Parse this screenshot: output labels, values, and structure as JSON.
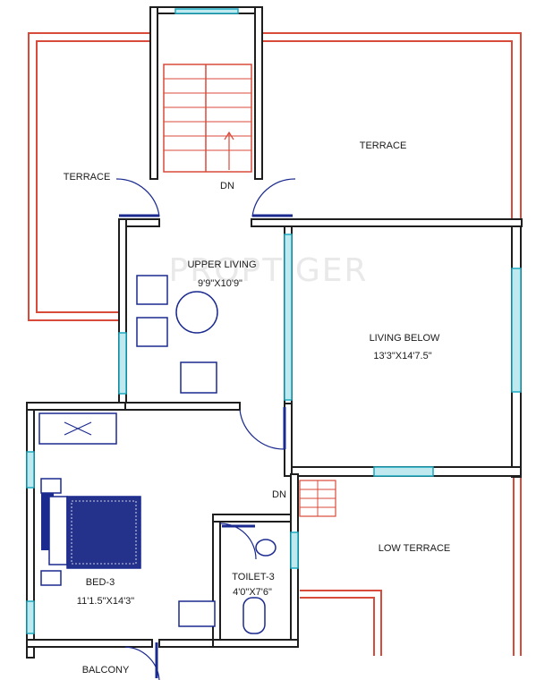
{
  "watermark": "PROPTIGER",
  "rooms": {
    "terrace_left": "TERRACE",
    "terrace_right": "TERRACE",
    "stair_dn": "DN",
    "upper_living_name": "UPPER LIVING",
    "upper_living_size": "9'9\"X10'9\"",
    "living_below_name": "LIVING BELOW",
    "living_below_size": "13'3\"X14'7.5\"",
    "stair2_dn": "DN",
    "low_terrace": "LOW TERRACE",
    "toilet_name": "TOILET-3",
    "toilet_size": "4'0\"X7'6\"",
    "bed_name": "BED-3",
    "bed_size": "11'1.5\"X14'3\"",
    "balcony": "BALCONY"
  },
  "colors": {
    "terrace_outline": "#d84a3a",
    "walls": "#1e1e1e",
    "windows": "#1aa9bf",
    "furniture": "#1b2a8f"
  }
}
